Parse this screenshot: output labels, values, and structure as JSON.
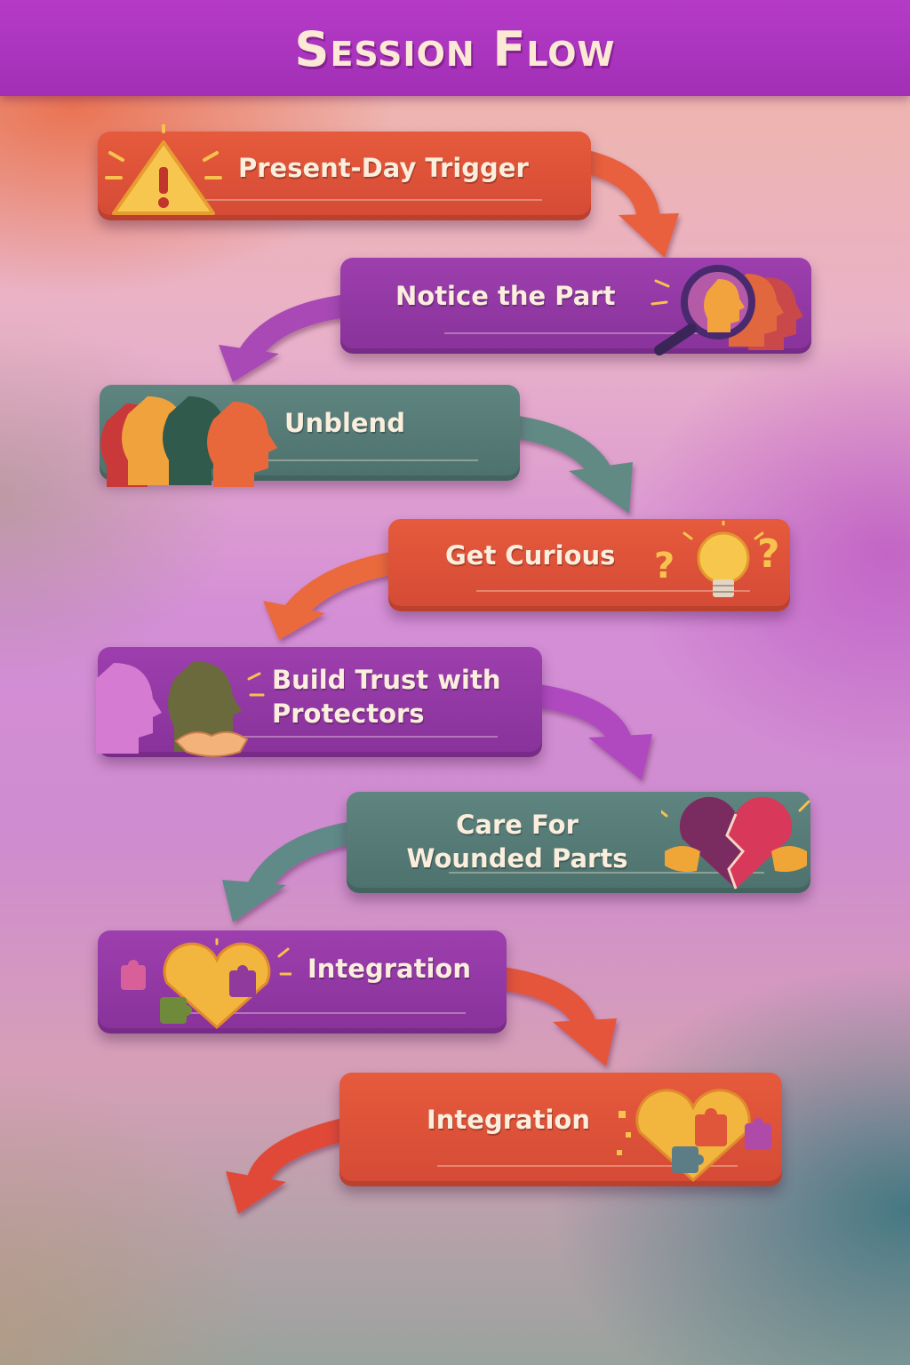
{
  "title": "Session Flow",
  "steps": [
    {
      "label": "Present-Day Trigger",
      "icon": "warning-icon"
    },
    {
      "label": "Notice the Part",
      "icon": "magnifier-heads-icon"
    },
    {
      "label": "Unblend",
      "icon": "overlapping-heads-icon"
    },
    {
      "label": "Get Curious",
      "icon": "lightbulb-question-icon"
    },
    {
      "label": "Build Trust with Protectors",
      "icon": "handshake-heads-icon"
    },
    {
      "label": "Care For Wounded Parts",
      "icon": "hugged-broken-heart-icon"
    },
    {
      "label": "Integration",
      "icon": "puzzle-heart-icon"
    },
    {
      "label": "Integration",
      "icon": "puzzle-heart-icon"
    }
  ],
  "colors": {
    "banner": "#a22fb6",
    "red": "#d44a35",
    "purple": "#88329a",
    "teal": "#4d716d",
    "text": "#fbeedd"
  }
}
